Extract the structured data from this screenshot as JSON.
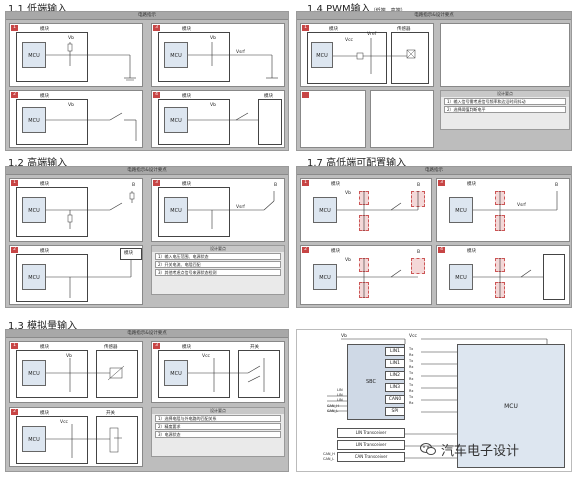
{
  "sections": {
    "s11": {
      "title": "1.1  低端输入",
      "header": "电路指示"
    },
    "s14": {
      "title": "1.4  PWM输入",
      "subtitle": "（低端、高端）",
      "header": "电路指示&设计要点"
    },
    "s12": {
      "title": "1.2  高端输入",
      "header": "电路指示&设计要点"
    },
    "s17": {
      "title": "1.7  高低端可配置输入",
      "header": "电路指示"
    },
    "s13": {
      "title": "1.3  模拟量输入",
      "header": "电路指示&设计要点"
    }
  },
  "labels": {
    "module": "模块",
    "mcu": "MCU",
    "vb": "Vb",
    "vcc": "Vcc",
    "vref": "Vref",
    "vsrf": "Vsrf",
    "sensor": "传感器",
    "switch": "开关",
    "sensor_pwm": "传感器",
    "b": "B",
    "design_points": "设计要点"
  },
  "notes": {
    "s14": [
      "1）输入信号需考虑信号频率和边沿时间抖动",
      "2）选择阈值判断电平"
    ],
    "s12": [
      "1）输入电压范围、电源状态",
      "2）开关电流、电阻匹配",
      "3）其他考虑点信号来源状态检测"
    ],
    "s13": [
      "1）选择电阻与外电路的匹配关系",
      "2）精度要求",
      "3）电源状态"
    ]
  },
  "sbc": {
    "vb": "Vb",
    "vcc": "Vcc",
    "label": "SBC",
    "pins": [
      "LIN1",
      "LIN1",
      "LIN2",
      "LIN3",
      "CAN0",
      "SPI"
    ],
    "tx": "Tx",
    "rx": "Rx",
    "left_signals": [
      "LIN",
      "LIN",
      "LIN",
      "CAN_H",
      "CAN_L"
    ],
    "mcu": "MCU",
    "transceivers": [
      "LIN Transceiver",
      "LIN Transceiver",
      "CAN Transceiver"
    ],
    "can_signals": [
      "CAN_H",
      "CAN_L"
    ]
  },
  "watermark": "汽车电子设计",
  "colors": {
    "accent": "#c74545",
    "panel": "#bdbdbd",
    "mcu": "#dde6f0"
  }
}
